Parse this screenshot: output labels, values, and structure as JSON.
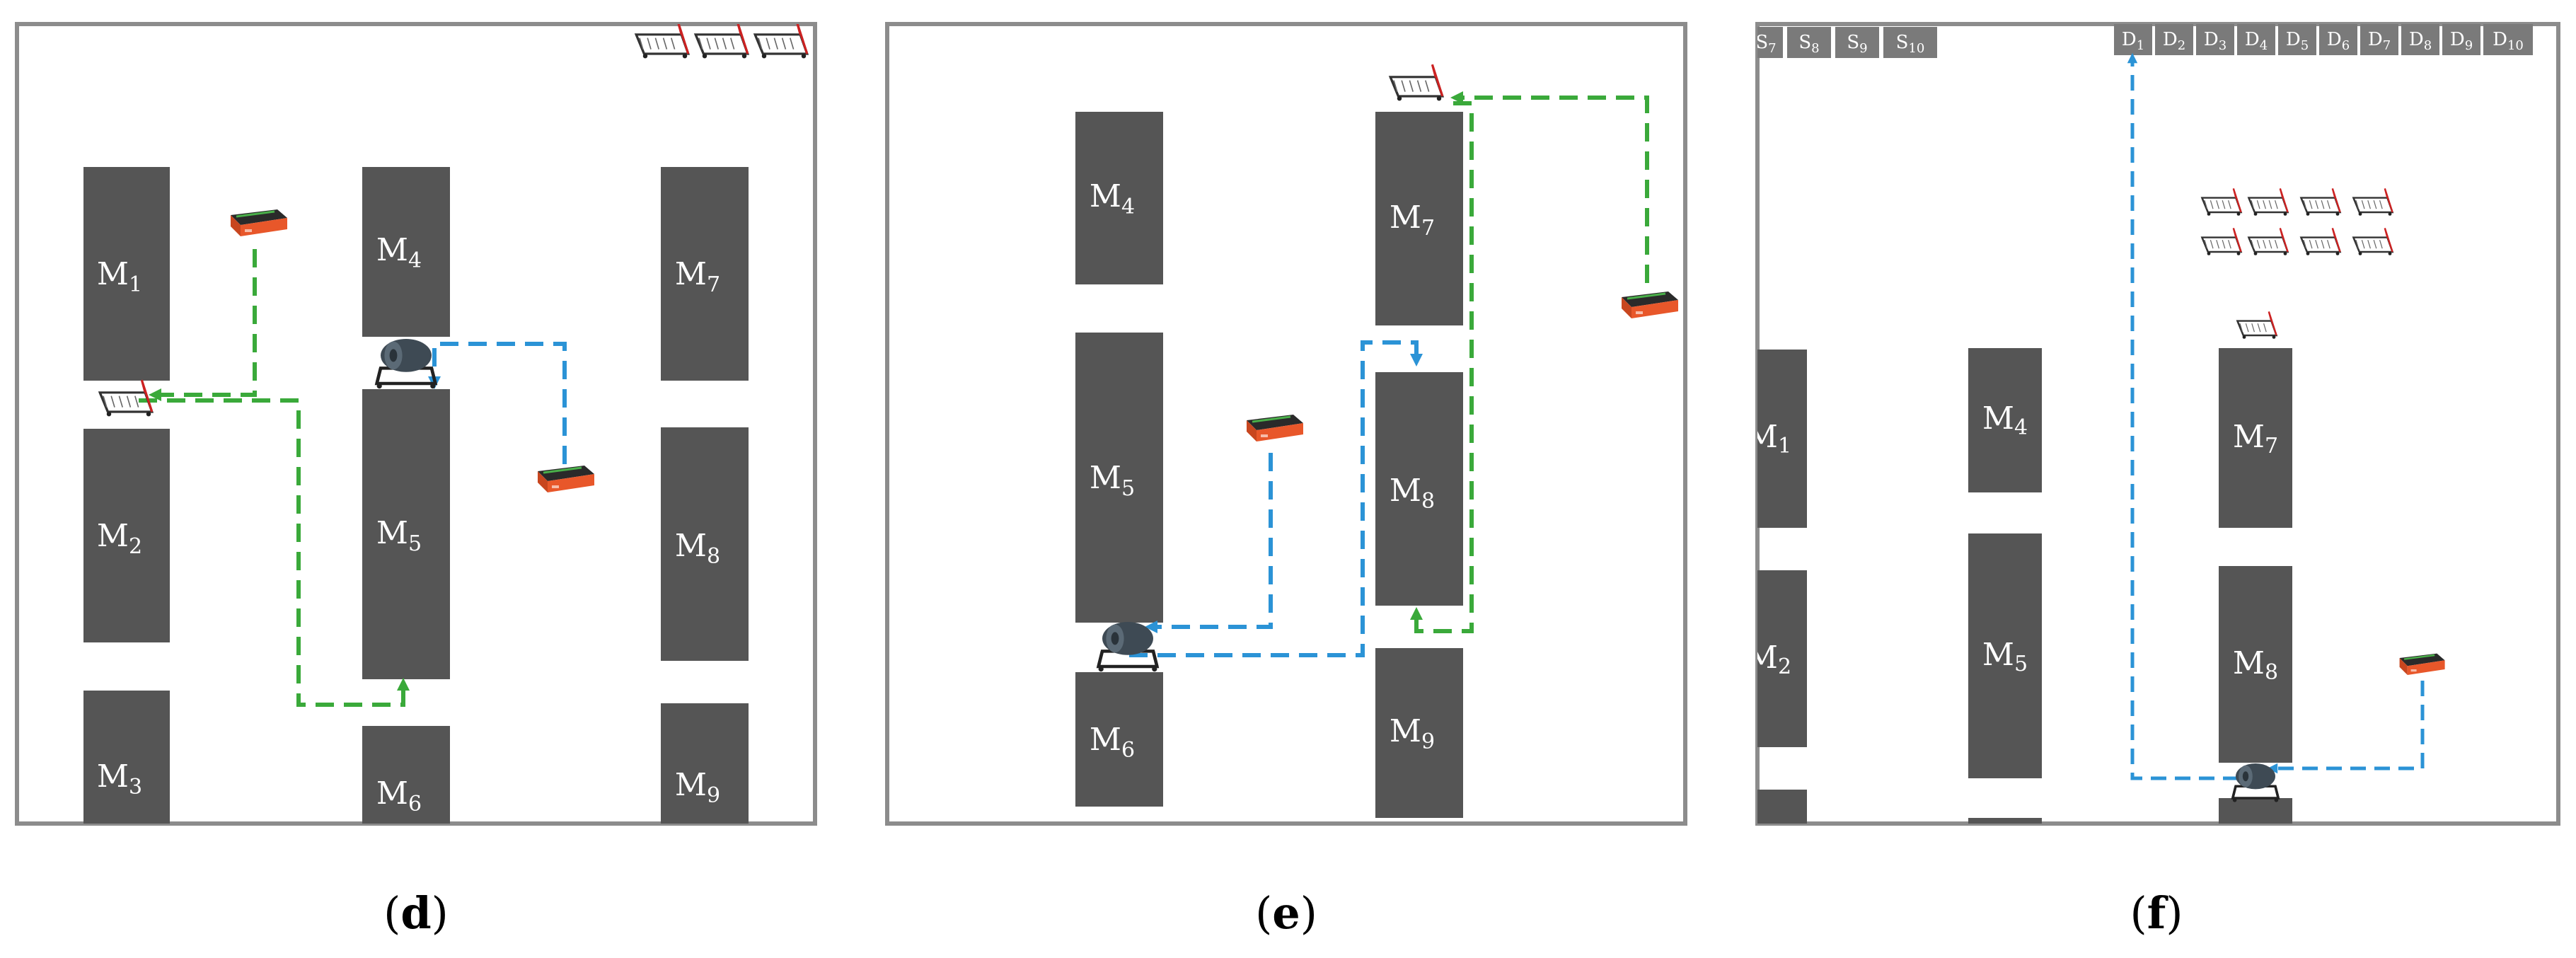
{
  "colors": {
    "machine": "#555555",
    "frame": "#8c8c8c",
    "loaded_path": "#3aa93a",
    "empty_path": "#2b93d6",
    "agv_body": "#e8572a",
    "agv_top": "#2a2a2a",
    "agv_stripe": "#4ab04a",
    "station_tab": "#7a7a7a"
  },
  "panels": [
    {
      "id": "d",
      "caption": {
        "open": "(",
        "letter": "d",
        "close": ")"
      },
      "machines": [
        {
          "base": "M",
          "sub": "1"
        },
        {
          "base": "M",
          "sub": "2"
        },
        {
          "base": "M",
          "sub": "3"
        },
        {
          "base": "M",
          "sub": "4"
        },
        {
          "base": "M",
          "sub": "5"
        },
        {
          "base": "M",
          "sub": "6"
        },
        {
          "base": "M",
          "sub": "7"
        },
        {
          "base": "M",
          "sub": "8"
        },
        {
          "base": "M",
          "sub": "9"
        }
      ]
    },
    {
      "id": "e",
      "caption": {
        "open": "(",
        "letter": "e",
        "close": ")"
      },
      "machines": [
        {
          "base": "M",
          "sub": "4"
        },
        {
          "base": "M",
          "sub": "5"
        },
        {
          "base": "M",
          "sub": "6"
        },
        {
          "base": "M",
          "sub": "7"
        },
        {
          "base": "M",
          "sub": "8"
        },
        {
          "base": "M",
          "sub": "9"
        }
      ]
    },
    {
      "id": "f",
      "caption": {
        "open": "(",
        "letter": "f",
        "close": ")"
      },
      "machines": [
        {
          "base": "M",
          "sub": "1"
        },
        {
          "base": "M",
          "sub": "2"
        },
        {
          "base": "M",
          "sub": "4"
        },
        {
          "base": "M",
          "sub": "5"
        },
        {
          "base": "M",
          "sub": "7"
        },
        {
          "base": "M",
          "sub": "8"
        }
      ],
      "supply_tabs": [
        {
          "base": "S",
          "sub": "7"
        },
        {
          "base": "S",
          "sub": "8"
        },
        {
          "base": "S",
          "sub": "9"
        },
        {
          "base": "S",
          "sub": "10"
        }
      ],
      "delivery_tabs": [
        {
          "base": "D",
          "sub": "1"
        },
        {
          "base": "D",
          "sub": "2"
        },
        {
          "base": "D",
          "sub": "3"
        },
        {
          "base": "D",
          "sub": "4"
        },
        {
          "base": "D",
          "sub": "5"
        },
        {
          "base": "D",
          "sub": "6"
        },
        {
          "base": "D",
          "sub": "7"
        },
        {
          "base": "D",
          "sub": "8"
        },
        {
          "base": "D",
          "sub": "9"
        },
        {
          "base": "D",
          "sub": "10"
        }
      ]
    }
  ]
}
